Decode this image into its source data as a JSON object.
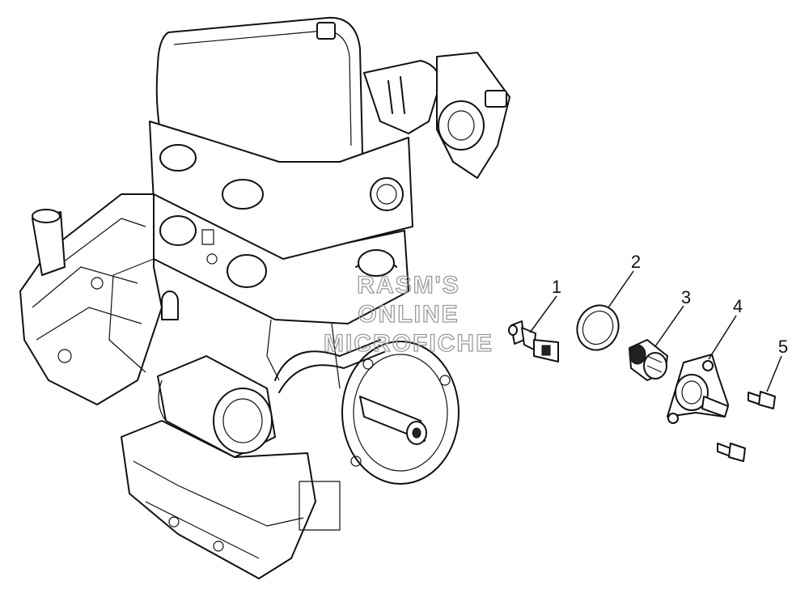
{
  "callouts": [
    {
      "label": "1"
    },
    {
      "label": "2"
    },
    {
      "label": "3"
    },
    {
      "label": "4"
    },
    {
      "label": "5"
    }
  ],
  "watermark": {
    "line1": "RASM'S",
    "line2": "ONLINE",
    "line3": "MICROFICHE"
  }
}
